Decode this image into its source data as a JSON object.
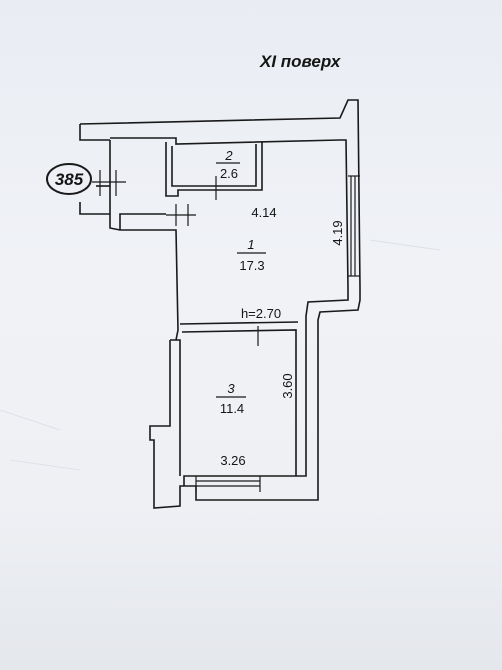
{
  "floor_label": "XI поверх",
  "apartment_number": "385",
  "ceiling_height": "h=2.70",
  "rooms": [
    {
      "number": "1",
      "area": "17.3"
    },
    {
      "number": "2",
      "area": "2.6"
    },
    {
      "number": "3",
      "area": "11.4"
    }
  ],
  "dimensions": {
    "room1_width": "4.14",
    "room1_depth": "4.19",
    "room3_width": "3.26",
    "room3_depth": "3.60"
  }
}
